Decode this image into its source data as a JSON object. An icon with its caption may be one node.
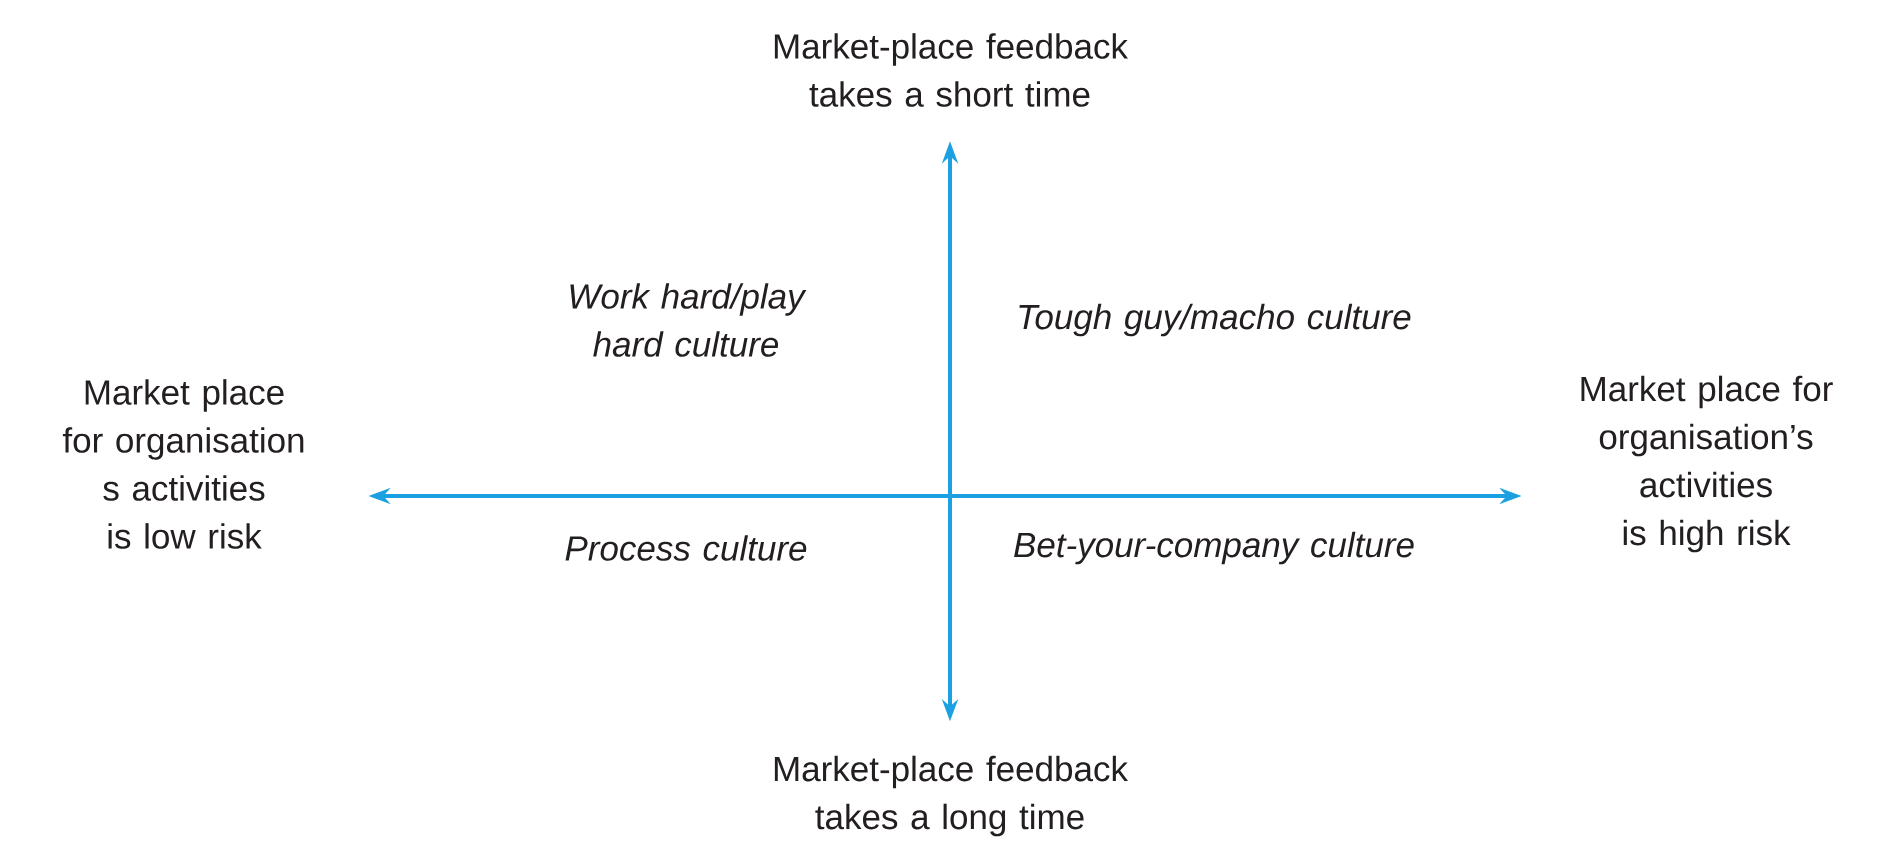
{
  "diagram": {
    "nodes": [
      {
        "text": [
          "Market-place feedback takes a short time"
        ]
      },
      {
        "text": [
          "Market place for organisation s activities is low risk"
        ]
      },
      {
        "text": [
          "Market place for organisation’s activities is high risk"
        ]
      },
      {
        "text": [
          "Market-place feedback takes a long time"
        ]
      }
    ],
    "edges": [
      {
        "from": 1,
        "to": 2,
        "arrow": "both"
      },
      {
        "from": 3,
        "to": 0,
        "arrow": "both"
      }
    ],
    "labels": [
      "Work hard/play hard culture",
      "Tough guy/macho culture",
      "Process culture",
      "Bet-your-company culture"
    ]
  }
}
